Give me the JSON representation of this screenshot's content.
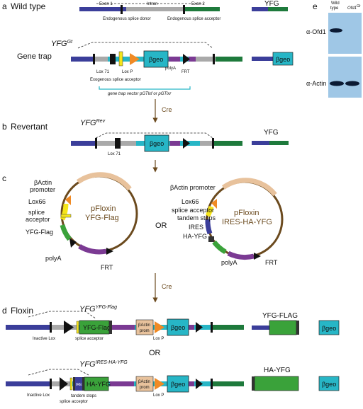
{
  "panels": {
    "a": {
      "letter": "a",
      "title": "Wild type",
      "exon1": "Exon 1",
      "intron": "Intron",
      "exon2": "Exon 2",
      "donor": "Endogenous splice donor",
      "acceptor": "Endogenous splice acceptor",
      "right_label": "YFG",
      "gt_title": "Gene trap",
      "gt_allele_base": "YFG",
      "gt_allele_sup": "Gt",
      "bgeo": "βgeo",
      "lox71": "Lox 71",
      "loxp": "Lox P",
      "polya": "polyA",
      "frt": "FRT",
      "exo_acceptor": "Exogenous splice acceptor",
      "vector": "gene trap vector pGTlxf or pGTlxr",
      "gt_right": "βgeo"
    },
    "cre1": "Cre",
    "b": {
      "letter": "b",
      "title": "Revertant",
      "allele_base": "YFG",
      "allele_sup": "Rev",
      "bgeo": "βgeo",
      "lox71": "Lox 71",
      "right_label": "YFG"
    },
    "c": {
      "letter": "c",
      "left": {
        "promoter": [
          "βActin",
          "promoter"
        ],
        "lox66": "Lox66",
        "splice": [
          "splice",
          "acceptor"
        ],
        "yfg": "YFG-Flag",
        "polya": "polyA",
        "frt": "FRT",
        "name": [
          "pFloxin",
          "YFG-Flag"
        ]
      },
      "or": "OR",
      "right": {
        "promoter": "βActin promoter",
        "lox66": "Lox66",
        "splice": "splice acceptor",
        "stops": "tandem stops",
        "ires": "IRES",
        "hayfg": "HA-YFG",
        "polya": "polyA",
        "frt": "FRT",
        "name": [
          "pFloxin",
          "IRES-HA-YFG"
        ]
      }
    },
    "cre2": "Cre",
    "d": {
      "letter": "d",
      "title": "Floxin",
      "allele1_base": "YFG",
      "allele1_sup": "YFG-Flag",
      "yfgflag": "YFG-Flag",
      "bactin": [
        "βActin",
        "prom"
      ],
      "bgeo": "βgeo",
      "inactive_lox": "Inactive Lox",
      "splice_acceptor": "splice acceptor",
      "loxp": "Lox P",
      "right1": "YFG-FLAG",
      "right1_geo": "βgeo",
      "or": "OR",
      "allele2_base": "YFG",
      "allele2_sup": "IRES-HA-YFG",
      "ires_box": "IRES",
      "hayfg": "HA-YFG",
      "bactin2": [
        "βActin",
        "prom"
      ],
      "bgeo2": "βgeo",
      "inactive_lox2": "Inactive Lox",
      "tandem_stops": "tandem stops",
      "splice_acceptor2": "splice acceptor",
      "loxp2": "Lox P",
      "right2": "HA-YFG",
      "right2_geo": "βgeo"
    },
    "e": {
      "letter": "e",
      "col1": [
        "Wild",
        "type"
      ],
      "col2_base": "Ofd1",
      "col2_sup": "Gt",
      "blot1": "α-Ofd1",
      "blot2": "α-Actin"
    }
  },
  "colors": {
    "exon1": "#3b3e9a",
    "exon2": "#1e7a3c",
    "intron": "#a9a9a9",
    "bgeo": "#27b6c6",
    "purple": "#7b3a93",
    "orange": "#f08a24",
    "yellow": "#f5e51b",
    "green": "#3aa23a",
    "brown": "#6b4a1e",
    "peach": "#e8c29c",
    "dark": "#111111"
  }
}
